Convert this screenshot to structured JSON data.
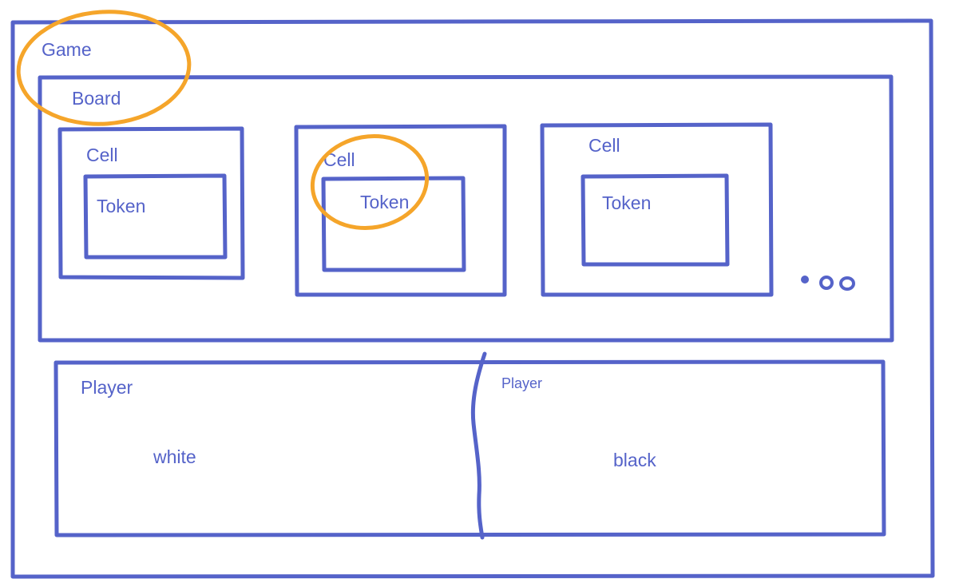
{
  "colors": {
    "ink": "#5563c9",
    "highlight": "#f5a52a",
    "background": "#ffffff"
  },
  "labels": {
    "game": "Game",
    "board": "Board",
    "cells": [
      {
        "cell": "Cell",
        "token": "Token"
      },
      {
        "cell": "Cell",
        "token": "Token"
      },
      {
        "cell": "Cell",
        "token": "Token"
      }
    ],
    "players": [
      {
        "player": "Player",
        "color": "white"
      },
      {
        "player": "Player",
        "color": "black"
      }
    ]
  },
  "highlighted": [
    "game",
    "cell-2-token"
  ]
}
